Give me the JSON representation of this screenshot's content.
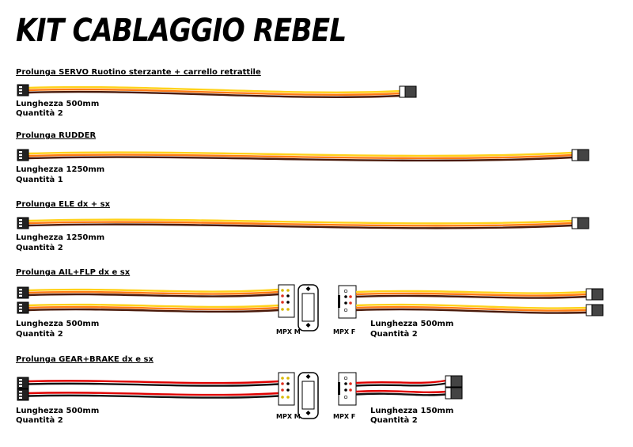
{
  "title": "KIT CABLAGGIO REBEL",
  "sections": [
    {
      "title": "Prolunga SERVO Ruotino sterzante + carrello retrattile",
      "length": "Lunghezza 500mm",
      "quantity": "Quantità 2"
    },
    {
      "title": "Prolunga RUDDER",
      "length": "Lunghezza 1250mm",
      "quantity": "Quantità 1"
    },
    {
      "title": "Prolunga ELE dx + sx",
      "length": "Lunghezza 1250mm",
      "quantity": "Quantità 2"
    },
    {
      "title": "Prolunga AIL+FLP dx e sx",
      "length": "Lunghezza 500mm",
      "quantity": "Quantità 2",
      "length_right": "Lunghezza 500mm",
      "quantity_right": "Quantità 2",
      "mpx_m": "MPX M",
      "mpx_f": "MPX F"
    },
    {
      "title": "Prolunga GEAR+BRAKE dx e sx",
      "length": "Lunghezza 500mm",
      "quantity": "Quantità 2",
      "length_right": "Lunghezza 150mm",
      "quantity_right": "Quantità 2",
      "mpx_m": "MPX M",
      "mpx_f": "MPX F"
    }
  ],
  "colors": {
    "servo_signal": "#ffd21a",
    "servo_plus": "#ff7a14",
    "servo_minus": "#4a1a0a",
    "power_red": "#e00000",
    "power_black": "#111111"
  }
}
